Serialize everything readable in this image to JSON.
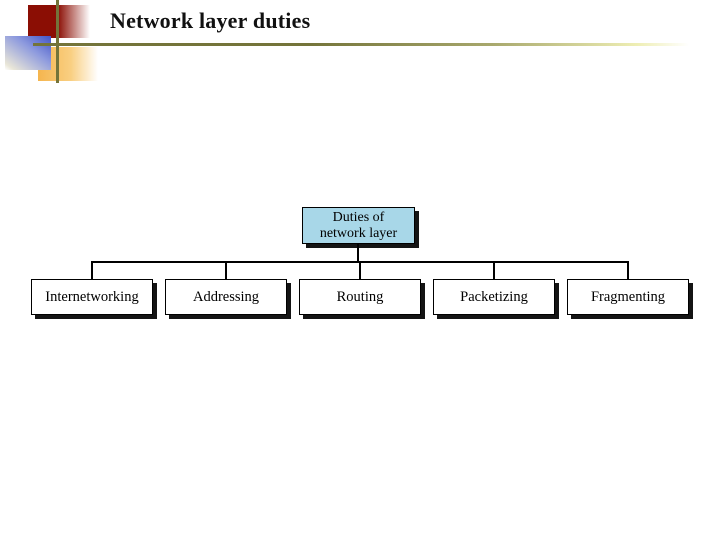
{
  "slide": {
    "title": "Network layer duties",
    "background": "#ffffff"
  },
  "decoration": {
    "red_square": "#8b0e04",
    "blue_square": "#4153c8",
    "yellow_square": "#f5b54e",
    "olive_line": "#74743a"
  },
  "diagram": {
    "type": "tree",
    "connector_color": "#000000",
    "shadow_color": "#141414",
    "root": {
      "line1": "Duties of",
      "line2": "network layer",
      "fill": "#a8d7e8"
    },
    "children": [
      {
        "label": "Internetworking"
      },
      {
        "label": "Addressing"
      },
      {
        "label": "Routing"
      },
      {
        "label": "Packetizing"
      },
      {
        "label": "Fragmenting"
      }
    ]
  }
}
